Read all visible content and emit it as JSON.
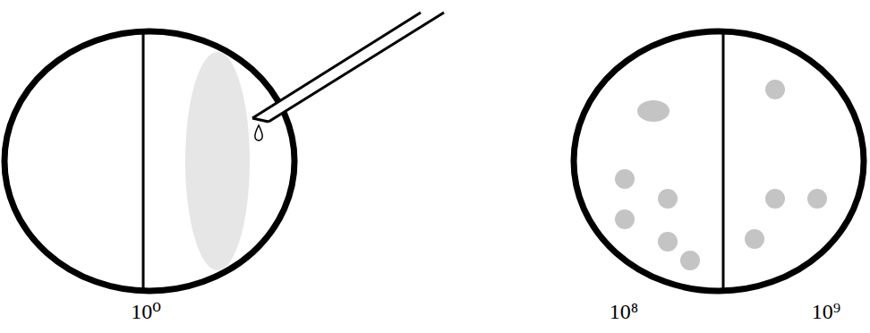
{
  "diagram": {
    "labels": [
      "10⁰",
      "10⁸",
      "10⁹"
    ]
  }
}
